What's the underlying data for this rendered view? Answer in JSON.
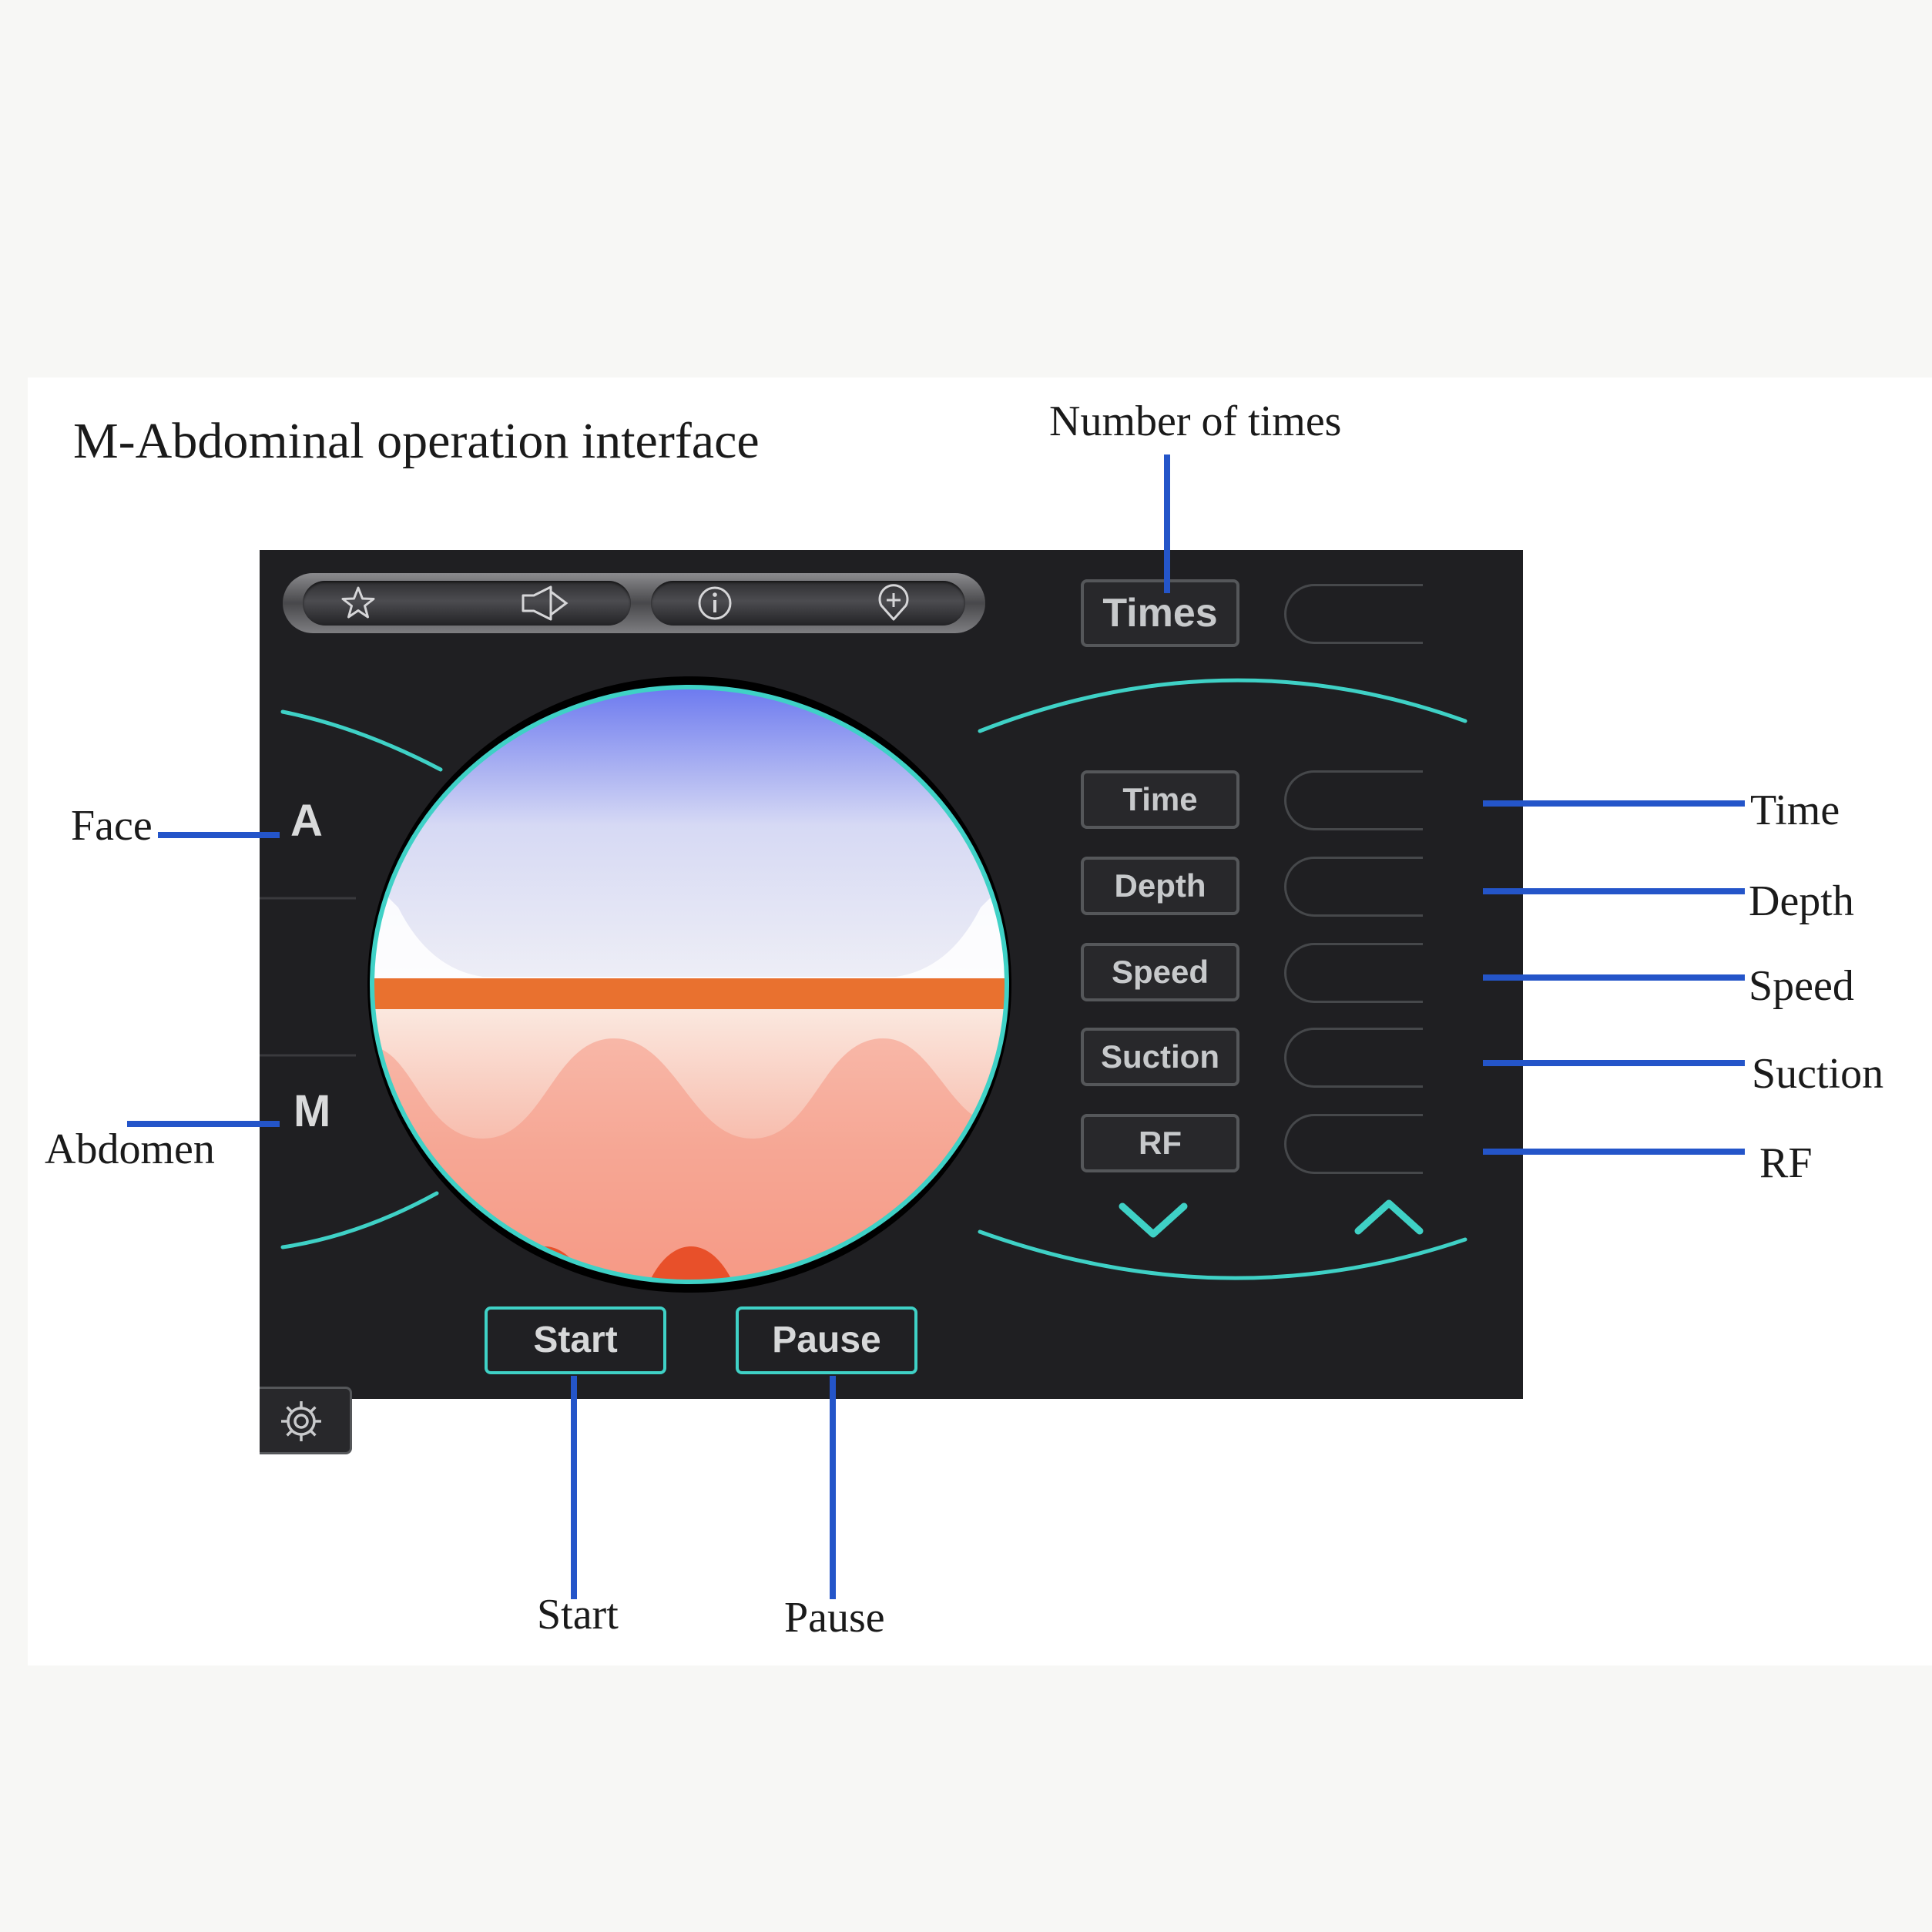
{
  "title": "M-Abdominal operation interface",
  "annotations": {
    "number_of_times": "Number of times",
    "face": "Face",
    "abdomen": "Abdomen",
    "time": "Time",
    "depth": "Depth",
    "speed": "Speed",
    "suction": "Suction",
    "rf": "RF",
    "start": "Start",
    "pause": "Pause"
  },
  "panel": {
    "toolbar_icons": [
      "star-icon",
      "speaker-icon",
      "info-icon",
      "location-pin-icon"
    ],
    "times_label": "Times",
    "mode_a": "A",
    "mode_m": "M",
    "params": [
      "Time",
      "Depth",
      "Speed",
      "Suction",
      "RF"
    ],
    "start_label": "Start",
    "pause_label": "Pause",
    "settings_icon": "gear-icon",
    "nav_icons": [
      "chevron-down-icon",
      "chevron-up-icon"
    ]
  },
  "colors": {
    "accent_teal": "#3fd1c6",
    "leader_blue": "#2455c9",
    "panel_bg": "#1f1f22"
  }
}
